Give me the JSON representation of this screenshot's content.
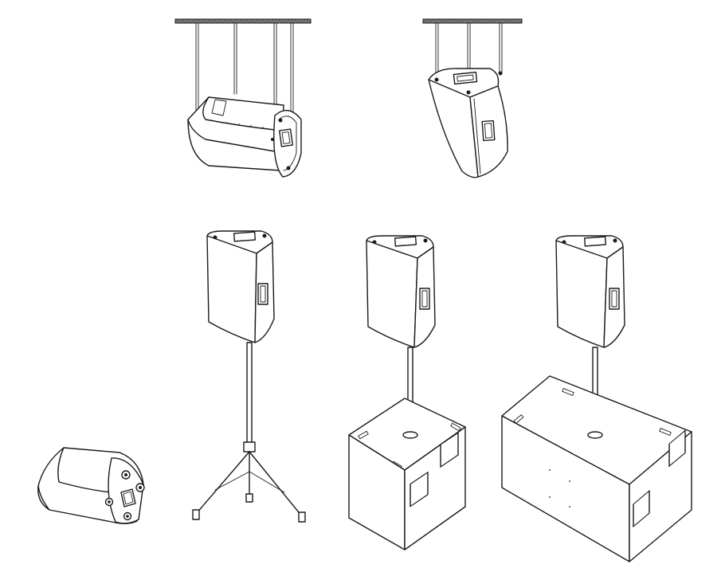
{
  "figure": {
    "configurations": [
      {
        "id": "flown-horizontal",
        "icon": "speaker-flown-horizontal-icon"
      },
      {
        "id": "flown-vertical",
        "icon": "speaker-flown-vertical-icon"
      },
      {
        "id": "floor-monitor",
        "icon": "speaker-floor-monitor-icon"
      },
      {
        "id": "tripod-stand",
        "icon": "speaker-tripod-stand-icon"
      },
      {
        "id": "pole-on-single-subwoofer",
        "icon": "speaker-pole-single-sub-icon"
      },
      {
        "id": "pole-on-double-subwoofer",
        "icon": "speaker-pole-double-sub-icon"
      }
    ],
    "colors": {
      "line": "#1a1a1a",
      "fill": "#ffffff",
      "ceiling": "#555555"
    }
  }
}
